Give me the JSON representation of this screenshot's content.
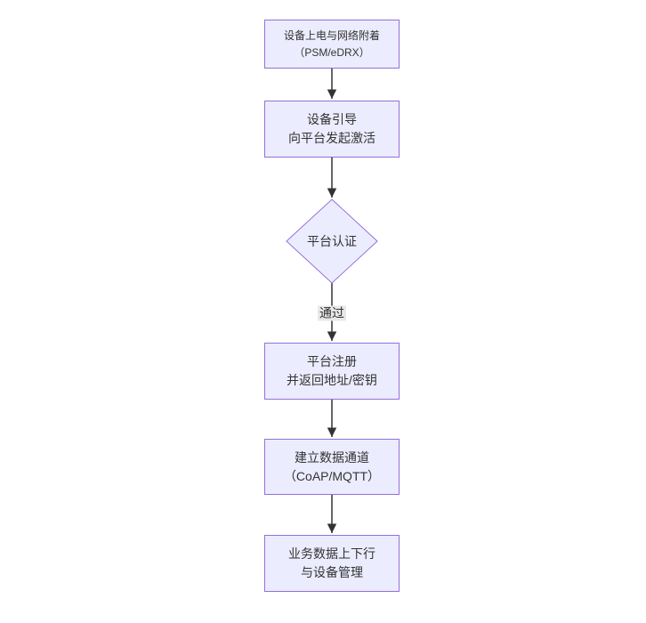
{
  "flowchart": {
    "colors": {
      "page_bg": "#ffffff",
      "node_fill": "#ECECFF",
      "node_border": "#9370DB",
      "edge": "#333333",
      "edge_label_bg": "#e8e8e8",
      "text": "#333333"
    },
    "nodes": [
      {
        "id": "power-attach",
        "type": "process",
        "lines": [
          "设备上电与网络附着",
          "（PSM/eDRX）"
        ]
      },
      {
        "id": "bootstrap",
        "type": "process",
        "lines": [
          "设备引导",
          "向平台发起激活"
        ]
      },
      {
        "id": "platform-auth",
        "type": "decision",
        "lines": [
          "平台认证"
        ]
      },
      {
        "id": "platform-register",
        "type": "process",
        "lines": [
          "平台注册",
          "并返回地址/密钥"
        ]
      },
      {
        "id": "data-channel",
        "type": "process",
        "lines": [
          "建立数据通道",
          "（CoAP/MQTT）"
        ]
      },
      {
        "id": "business-data",
        "type": "process",
        "lines": [
          "业务数据上下行",
          "与设备管理"
        ]
      }
    ],
    "edges": [
      {
        "from": "power-attach",
        "to": "bootstrap",
        "label": ""
      },
      {
        "from": "bootstrap",
        "to": "platform-auth",
        "label": ""
      },
      {
        "from": "platform-auth",
        "to": "platform-register",
        "label": "通过"
      },
      {
        "from": "platform-register",
        "to": "data-channel",
        "label": ""
      },
      {
        "from": "data-channel",
        "to": "business-data",
        "label": ""
      }
    ],
    "edge_labels": {
      "pass": "通过"
    }
  }
}
